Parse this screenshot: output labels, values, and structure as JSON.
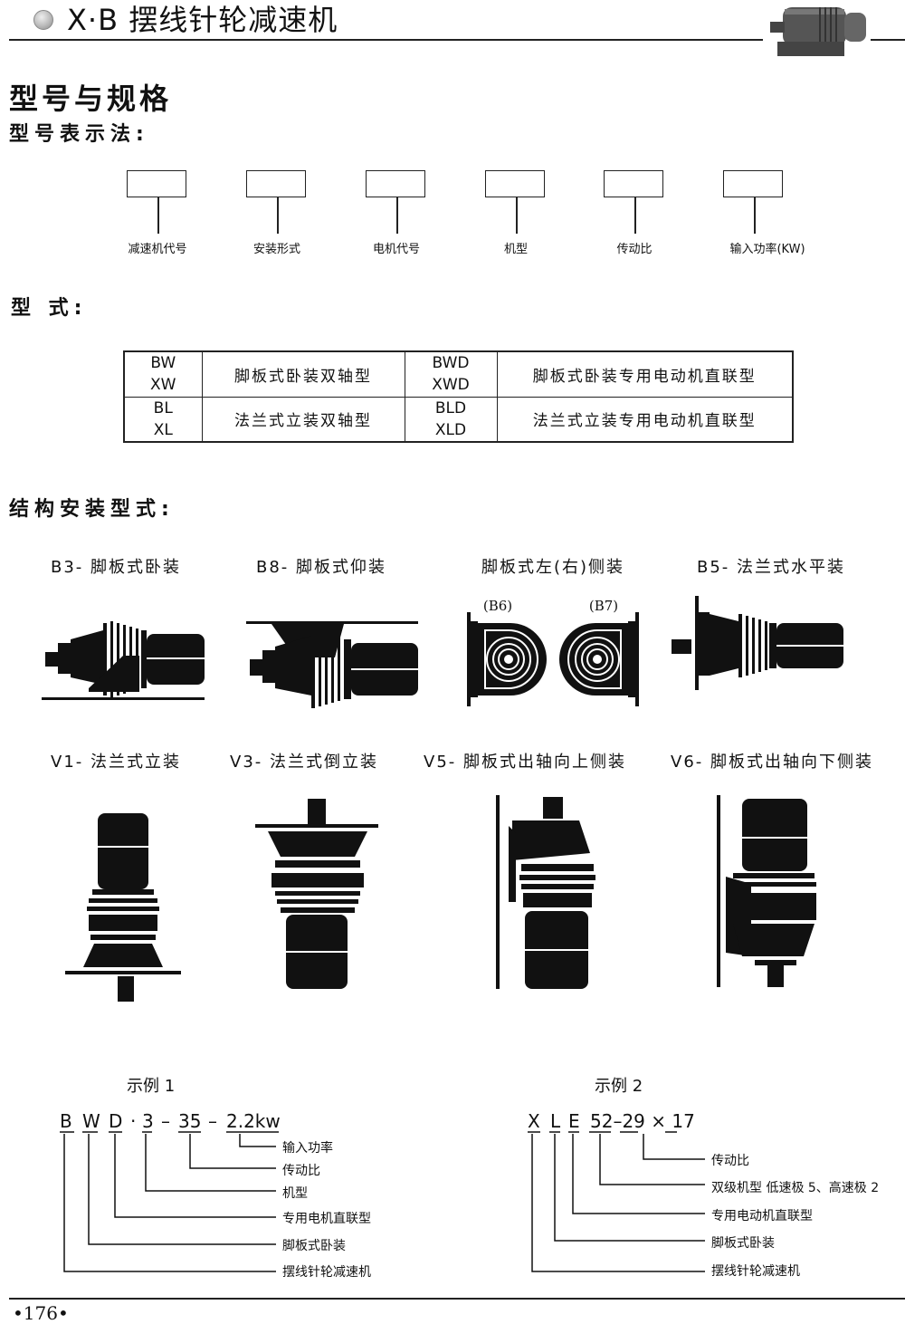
{
  "header": {
    "title": "X·B 摆线针轮减速机"
  },
  "section": {
    "title": "型号与规格",
    "notation_title": "型号表示法:",
    "type_title": "型 式:",
    "mount_title": "结构安装型式:"
  },
  "notation": {
    "labels": [
      "减速机代号",
      "安装形式",
      "电机代号",
      "机型",
      "传动比",
      "输入功率(KW)"
    ]
  },
  "types_table": {
    "rows": [
      {
        "code1a": "BW",
        "code1b": "XW",
        "desc1": "脚板式卧装双轴型",
        "code2a": "BWD",
        "code2b": "XWD",
        "desc2": "脚板式卧装专用电动机直联型"
      },
      {
        "code1a": "BL",
        "code1b": "XL",
        "desc1": "法兰式立装双轴型",
        "code2a": "BLD",
        "code2b": "XLD",
        "desc2": "法兰式立装专用电动机直联型"
      }
    ]
  },
  "mounts": {
    "row1": [
      "B3- 脚板式卧装",
      "B8- 脚板式仰装",
      "脚板式左(右)侧装",
      "B5- 法兰式水平装"
    ],
    "b6_label": "(B6)",
    "b7_label": "(B7)",
    "row2": [
      "V1- 法兰式立装",
      "V3- 法兰式倒立装",
      "V5- 脚板式出轴向上侧装",
      "V6- 脚板式出轴向下侧装"
    ]
  },
  "example1": {
    "title": "示例 1",
    "code_chars": [
      "B",
      "W",
      "D",
      "·",
      "3",
      "–",
      "35",
      "–",
      "2.2kw"
    ],
    "labels": [
      "输入功率",
      "传动比",
      "机型",
      "专用电机直联型",
      "脚板式卧装",
      "摆线针轮减速机"
    ]
  },
  "example2": {
    "title": "示例 2",
    "code_chars": [
      "X",
      "L",
      "E",
      "52–29 × 17"
    ],
    "labels": [
      "传动比",
      "双级机型  低速极 5、高速极 2",
      "专用电动机直联型",
      "脚板式卧装",
      "摆线针轮减速机"
    ]
  },
  "footer": {
    "page": "•176•"
  }
}
